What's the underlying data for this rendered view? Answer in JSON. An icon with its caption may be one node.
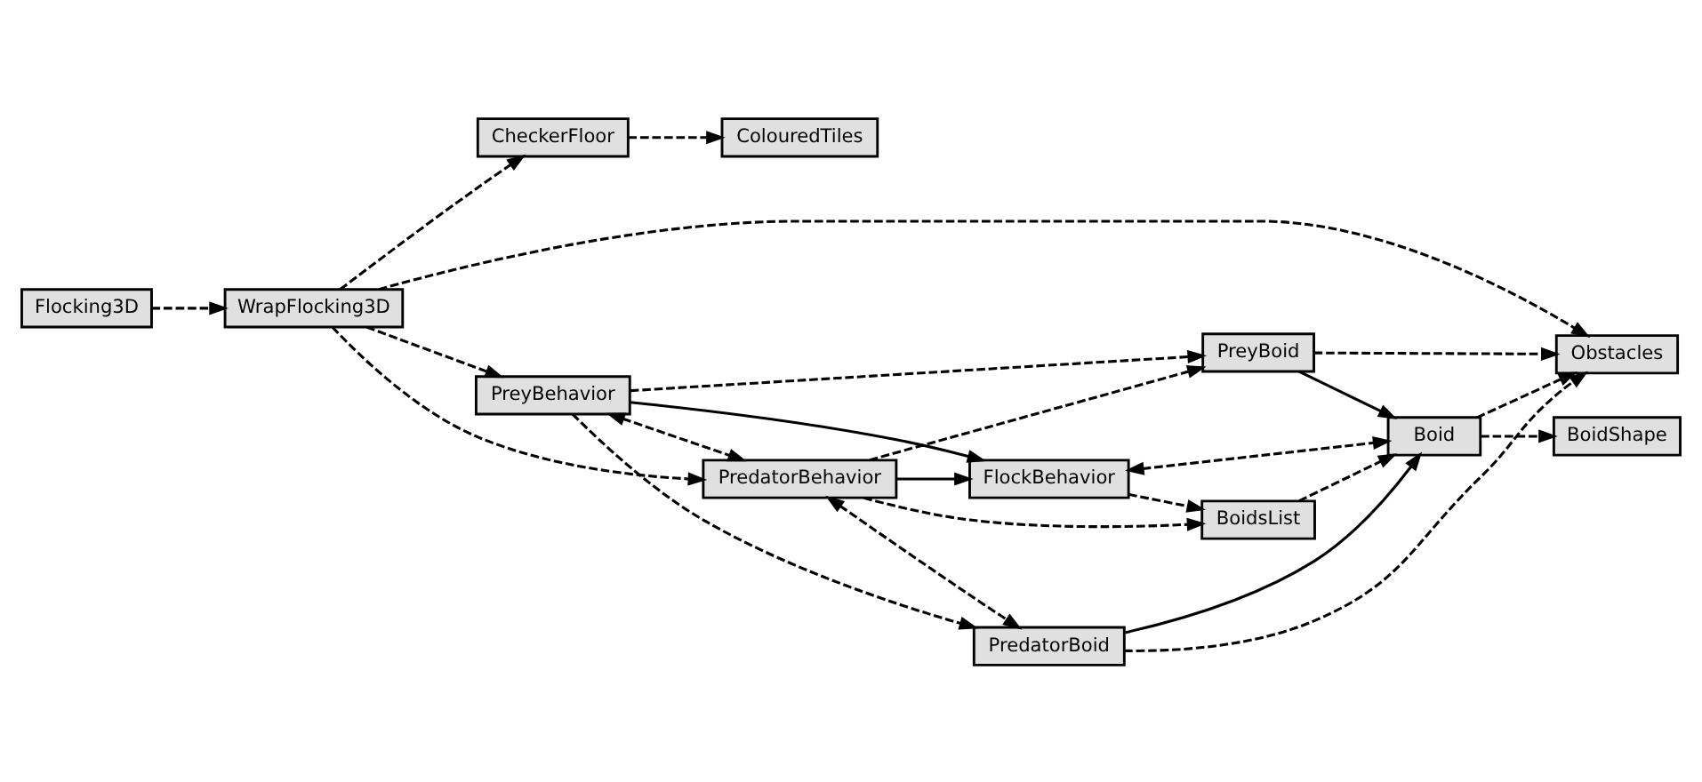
{
  "diagram": {
    "nodes": [
      {
        "text": [
          "ColouredTiles"
        ]
      },
      {
        "text": [
          "CheckerFloor"
        ]
      },
      {
        "text": [
          "Flocking3D"
        ]
      },
      {
        "text": [
          "WrapFlocking3D"
        ]
      },
      {
        "text": [
          "PreyBehavior"
        ]
      },
      {
        "text": [
          "FlockBehavior"
        ]
      },
      {
        "text": [
          "BoidsList"
        ]
      },
      {
        "text": [
          "PreyBoid"
        ]
      },
      {
        "text": [
          "Boid"
        ]
      },
      {
        "text": [
          "Obstacles"
        ]
      },
      {
        "text": [
          "BoidShape"
        ]
      },
      {
        "text": [
          "PredatorBehavior"
        ]
      },
      {
        "text": [
          "PredatorBoid"
        ]
      }
    ],
    "edges": [
      {
        "from": 2,
        "to": 3,
        "arrow": "to",
        "style": "dashed"
      },
      {
        "from": 3,
        "to": 1,
        "arrow": "to",
        "style": "dashed"
      },
      {
        "from": 1,
        "to": 0,
        "arrow": "to",
        "style": "dashed"
      },
      {
        "from": 3,
        "to": 4,
        "arrow": "to",
        "style": "dashed"
      },
      {
        "from": 3,
        "to": 9,
        "arrow": "to",
        "style": "dashed"
      },
      {
        "from": 3,
        "to": 11,
        "arrow": "to",
        "style": "dashed"
      },
      {
        "from": 4,
        "to": 11,
        "arrow": "both",
        "style": "dashed"
      },
      {
        "from": 4,
        "to": 5,
        "arrow": "to"
      },
      {
        "from": 4,
        "to": 7,
        "arrow": "to",
        "style": "dashed"
      },
      {
        "from": 4,
        "to": 12,
        "arrow": "to",
        "style": "dashed"
      },
      {
        "from": 11,
        "to": 5,
        "arrow": "to"
      },
      {
        "from": 11,
        "to": 6,
        "arrow": "to",
        "style": "dashed"
      },
      {
        "from": 11,
        "to": 7,
        "arrow": "to",
        "style": "dashed"
      },
      {
        "from": 11,
        "to": 12,
        "arrow": "both",
        "style": "dashed"
      },
      {
        "from": 5,
        "to": 6,
        "arrow": "to",
        "style": "dashed"
      },
      {
        "from": 5,
        "to": 8,
        "arrow": "both",
        "style": "dashed"
      },
      {
        "from": 6,
        "to": 8,
        "arrow": "to",
        "style": "dashed"
      },
      {
        "from": 7,
        "to": 8,
        "arrow": "to"
      },
      {
        "from": 7,
        "to": 9,
        "arrow": "to",
        "style": "dashed"
      },
      {
        "from": 12,
        "to": 8,
        "arrow": "to"
      },
      {
        "from": 12,
        "to": 9,
        "arrow": "to",
        "style": "dashed"
      },
      {
        "from": 8,
        "to": 9,
        "arrow": "to",
        "style": "dashed"
      },
      {
        "from": 8,
        "to": 10,
        "arrow": "to",
        "style": "dashed"
      }
    ]
  }
}
